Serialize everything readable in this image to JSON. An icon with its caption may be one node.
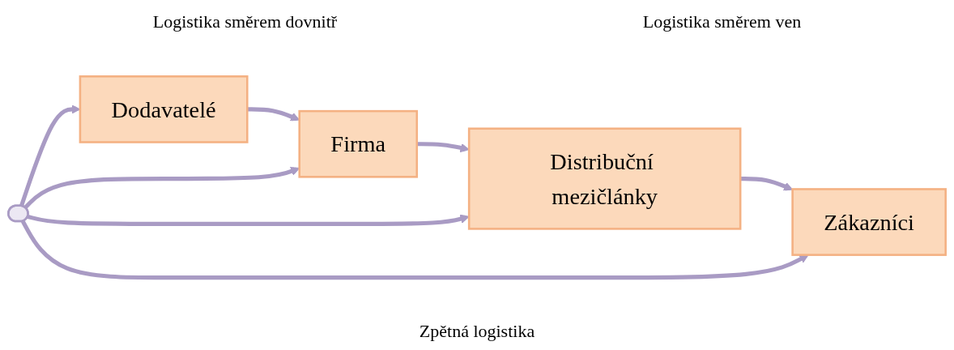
{
  "diagram": {
    "nodes": [
      {
        "text": [
          "Dodavatelé"
        ]
      },
      {
        "text": [
          "Firma"
        ]
      },
      {
        "text": [
          "Distribuční mezičlánky"
        ]
      },
      {
        "text": [
          "Zákazníci"
        ]
      },
      {
        "text": [],
        "shape": "bar"
      }
    ],
    "edges": [
      {
        "from": 0,
        "to": 1,
        "arrow": "to"
      },
      {
        "from": 1,
        "to": 2,
        "arrow": "to"
      },
      {
        "from": 2,
        "to": 3,
        "arrow": "to"
      },
      {
        "from": 4,
        "to": 0,
        "arrow": "to"
      },
      {
        "from": 4,
        "to": 1,
        "arrow": "to"
      },
      {
        "from": 4,
        "to": 2,
        "arrow": "to"
      },
      {
        "from": 4,
        "to": 3,
        "arrow": "to"
      }
    ],
    "labels": [
      "Logistika směrem dovnitř",
      "Logistika směrem ven",
      "Zpětná logistika"
    ]
  }
}
